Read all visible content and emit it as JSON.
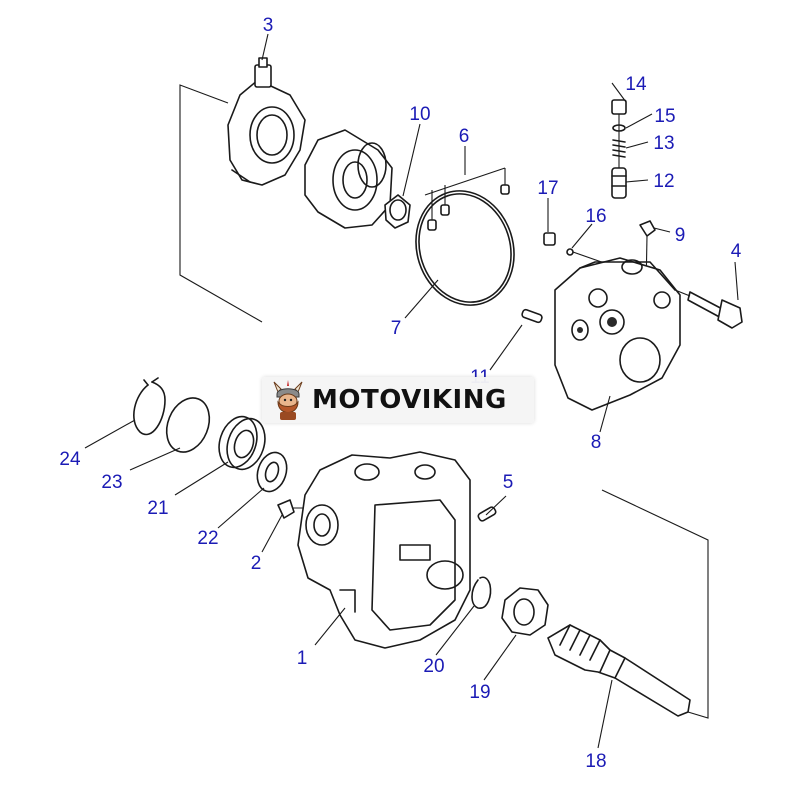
{
  "diagram": {
    "type": "exploded-parts-diagram",
    "callouts": [
      {
        "id": "c1",
        "label": "1"
      },
      {
        "id": "c2",
        "label": "2"
      },
      {
        "id": "c3",
        "label": "3"
      },
      {
        "id": "c4",
        "label": "4"
      },
      {
        "id": "c5",
        "label": "5"
      },
      {
        "id": "c6",
        "label": "6"
      },
      {
        "id": "c7",
        "label": "7"
      },
      {
        "id": "c8",
        "label": "8"
      },
      {
        "id": "c9",
        "label": "9"
      },
      {
        "id": "c10",
        "label": "10"
      },
      {
        "id": "c11",
        "label": "11"
      },
      {
        "id": "c12",
        "label": "12"
      },
      {
        "id": "c13",
        "label": "13"
      },
      {
        "id": "c14",
        "label": "14"
      },
      {
        "id": "c15",
        "label": "15"
      },
      {
        "id": "c16",
        "label": "16"
      },
      {
        "id": "c17",
        "label": "17"
      },
      {
        "id": "c18",
        "label": "18"
      },
      {
        "id": "c19",
        "label": "19"
      },
      {
        "id": "c20",
        "label": "20"
      },
      {
        "id": "c21",
        "label": "21"
      },
      {
        "id": "c22",
        "label": "22"
      },
      {
        "id": "c23",
        "label": "23"
      },
      {
        "id": "c24",
        "label": "24"
      }
    ],
    "callout_color": "#1b1bb5",
    "line_color": "#1a1a1a"
  },
  "watermark": {
    "text": "MOTOVIKING",
    "logo": "viking-mascot-icon"
  }
}
